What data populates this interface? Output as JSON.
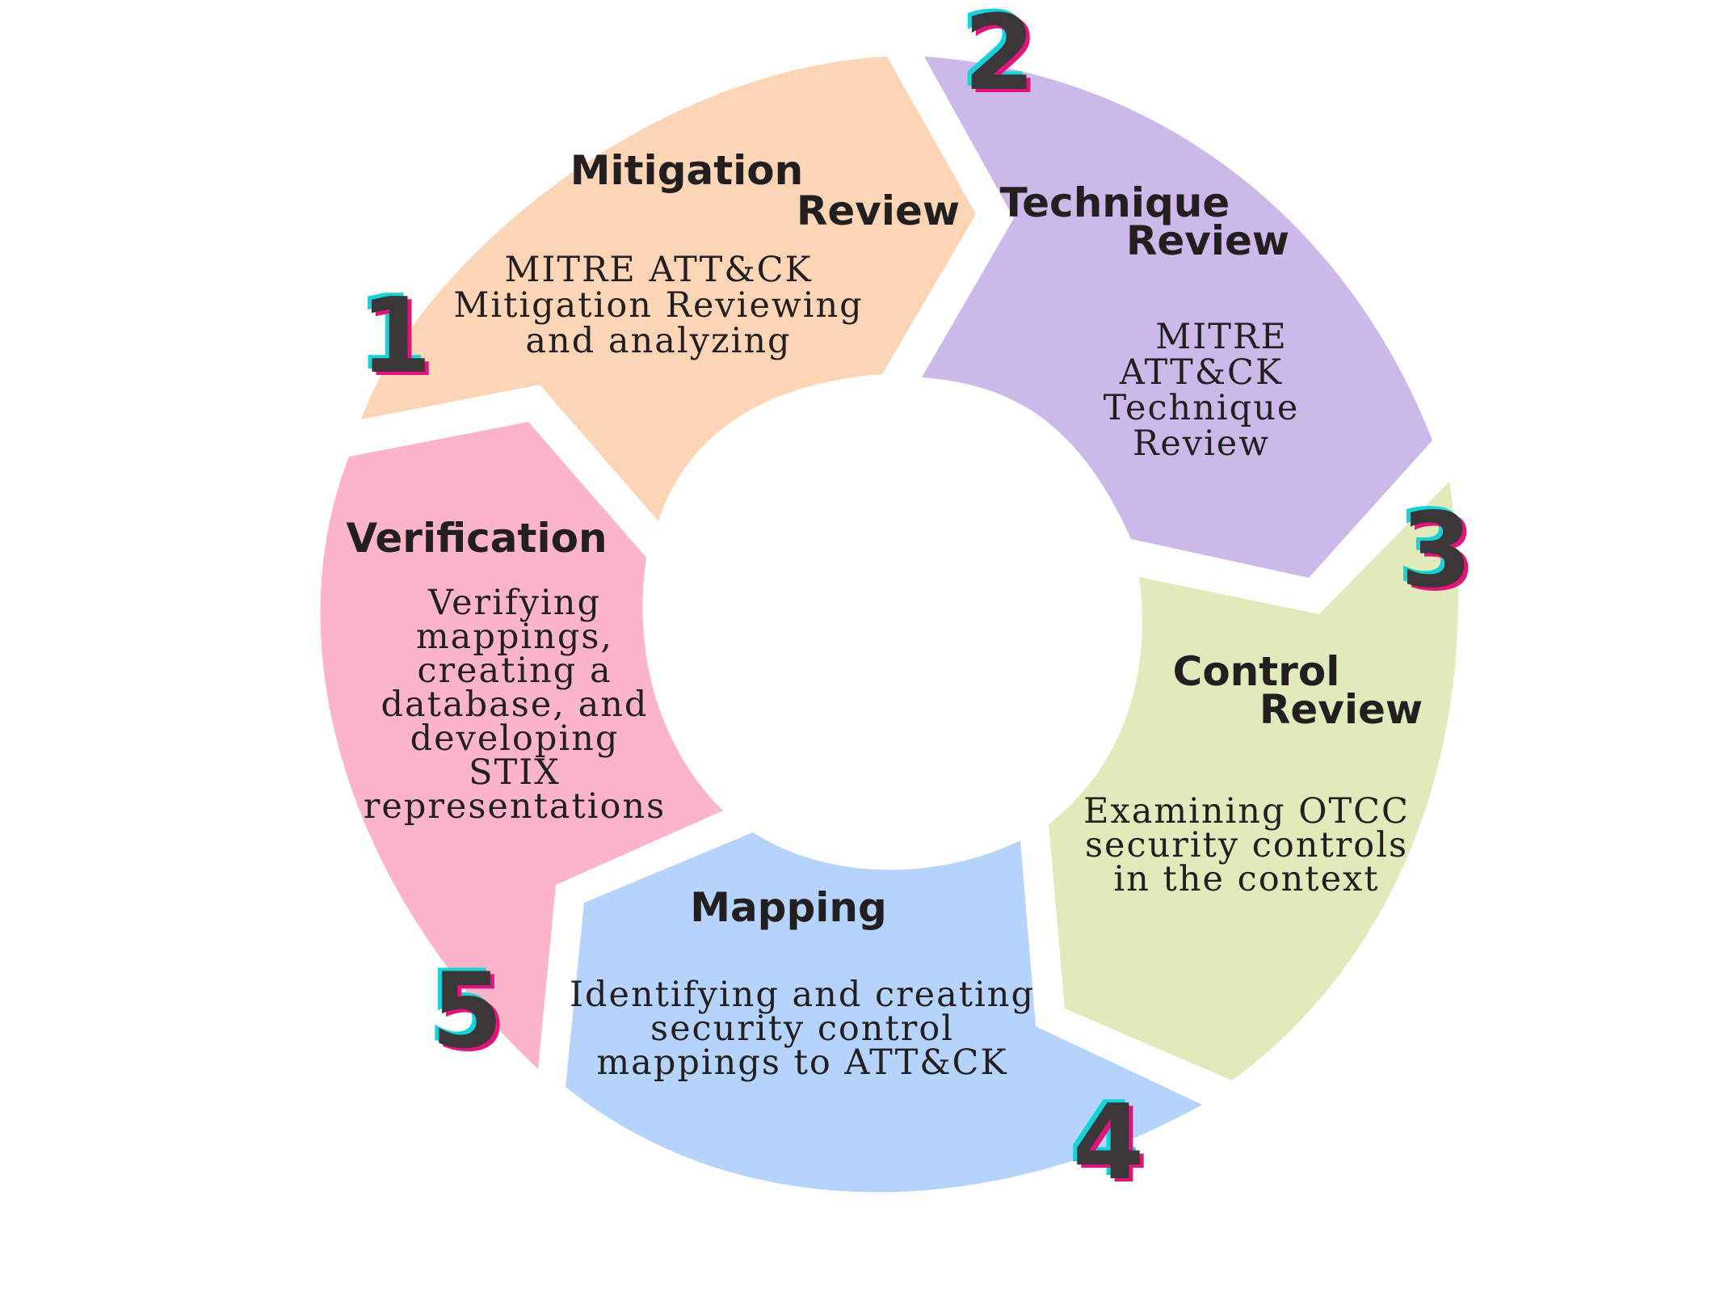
{
  "colors": {
    "mitigation": "#fcd5b7",
    "technique": "#cdb9e9",
    "control": "#e1eabb",
    "mapping": "#b5d3fb",
    "verification": "#fcb5c8",
    "text": "#231f20",
    "number": "#3b3637",
    "number_shadow_magenta": "#e4127b",
    "number_shadow_cyan": "#16d3d9"
  },
  "steps": [
    {
      "number": "1",
      "title_lines": [
        "Mitigation",
        "Review"
      ],
      "desc_lines": [
        "MITRE ATT&CK",
        "Mitigation Reviewing",
        "and analyzing"
      ]
    },
    {
      "number": "2",
      "title_lines": [
        "Technique",
        "Review"
      ],
      "desc_lines": [
        "MITRE",
        "ATT&CK",
        "Technique",
        "Review"
      ]
    },
    {
      "number": "3",
      "title_lines": [
        "Control",
        "Review"
      ],
      "desc_lines": [
        "Examining OTCC",
        "security controls",
        "in the context"
      ]
    },
    {
      "number": "4",
      "title_lines": [
        "Mapping"
      ],
      "desc_lines": [
        "Identifying and creating",
        "security control",
        "mappings to ATT&CK"
      ]
    },
    {
      "number": "5",
      "title_lines": [
        "Verification"
      ],
      "desc_lines": [
        "Verifying",
        "mappings,",
        "creating a",
        "database, and",
        "developing",
        "STIX",
        "representations"
      ]
    }
  ]
}
